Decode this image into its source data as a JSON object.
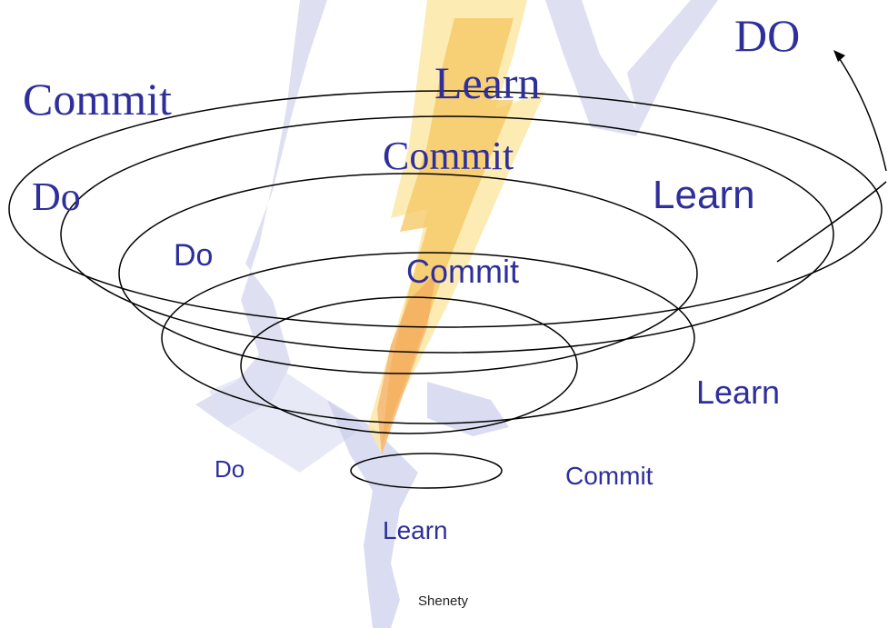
{
  "colors": {
    "label": "#2f2f9c",
    "spiral": "#000000",
    "credit": "#222222",
    "bolt_gold": "#f6c55f",
    "bolt_pale": "#fbe7a6",
    "flame_orange": "#f4a25a",
    "ribbon": "#c2c7e8",
    "ribbon_light": "#dde0f2"
  },
  "background_art": "lightning-bolt-and-ribbon",
  "labels": {
    "do_top": "DO",
    "commit_1": "Commit",
    "learn_1": "Learn",
    "commit_2": "Commit",
    "do_1": "Do",
    "learn_2": "Learn",
    "do_2": "Do",
    "commit_3": "Commit",
    "learn_3": "Learn",
    "do_3": "Do",
    "commit_4": "Commit",
    "learn_4": "Learn"
  },
  "credit": "Shenety"
}
